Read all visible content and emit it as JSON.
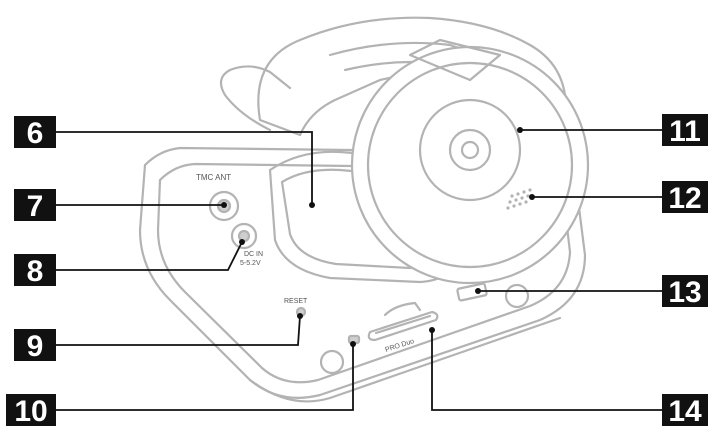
{
  "labels": {
    "tmc_ant": "TMC ANT",
    "dc_in_line1": "DC IN",
    "dc_in_line2": "5-5.2V",
    "reset": "RESET",
    "pro_duo": "PRO Duo"
  },
  "callouts": [
    {
      "id": "callout-6",
      "number": "6"
    },
    {
      "id": "callout-7",
      "number": "7"
    },
    {
      "id": "callout-8",
      "number": "8"
    },
    {
      "id": "callout-9",
      "number": "9"
    },
    {
      "id": "callout-10",
      "number": "10"
    },
    {
      "id": "callout-11",
      "number": "11"
    },
    {
      "id": "callout-12",
      "number": "12"
    },
    {
      "id": "callout-13",
      "number": "13"
    },
    {
      "id": "callout-14",
      "number": "14"
    }
  ],
  "colors": {
    "outline": "#b3b3b3",
    "callout_box": "#111111",
    "leader": "#111111"
  }
}
